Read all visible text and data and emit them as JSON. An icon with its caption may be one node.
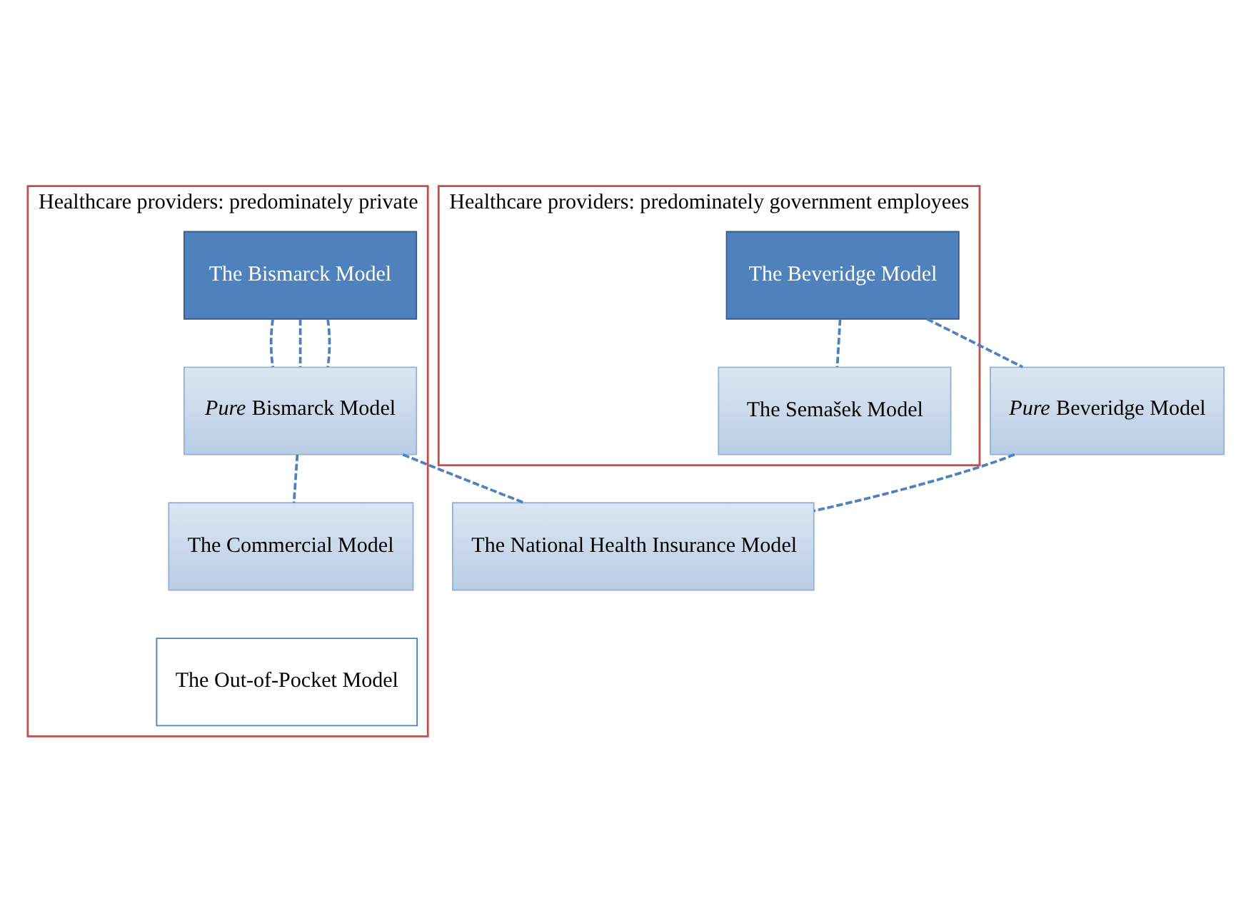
{
  "diagram": {
    "nodes": [
      {
        "text": [
          "Healthcare providers: predominately private"
        ]
      },
      {
        "text": [
          "The Bismarck Model"
        ],
        "in": 0
      },
      {
        "text": [
          "*Pure* Bismarck Model"
        ],
        "in": 0
      },
      {
        "text": [
          "The Commercial Model"
        ],
        "in": 0
      },
      {
        "text": [
          "The National Health Insurance Model"
        ]
      },
      {
        "text": [
          "The Out-of-Pocket Model"
        ],
        "in": 0
      },
      {
        "text": [
          "Healthcare providers: predominately government employees"
        ]
      },
      {
        "text": [
          "The Beveridge Model"
        ],
        "in": 6
      },
      {
        "text": [
          "*Pure* Beveridge Model"
        ]
      },
      {
        "text": [
          "The Semašek Model"
        ],
        "in": 6
      }
    ],
    "edges": [
      {
        "from": 1,
        "to": 2,
        "arrow": "none",
        "style": "dashed"
      },
      {
        "from": 1,
        "to": 2,
        "arrow": "none",
        "style": "dashed"
      },
      {
        "from": 1,
        "to": 2,
        "arrow": "none",
        "style": "dashed"
      },
      {
        "from": 7,
        "to": 8,
        "arrow": "none",
        "style": "dashed"
      },
      {
        "from": 7,
        "to": 9,
        "arrow": "none",
        "style": "dashed"
      },
      {
        "from": 2,
        "to": 3,
        "arrow": "none",
        "style": "dashed"
      },
      {
        "from": 2,
        "to": 4,
        "arrow": "none",
        "style": "dashed"
      },
      {
        "from": 8,
        "to": 4,
        "arrow": "none",
        "style": "dashed"
      }
    ]
  }
}
